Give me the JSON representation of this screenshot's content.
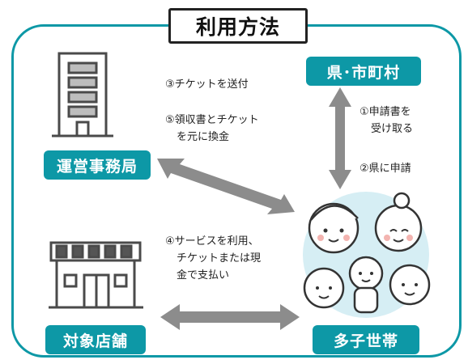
{
  "title": "利用方法",
  "nodes": {
    "office": "運営事務局",
    "prefecture": "県･市町村",
    "store": "対象店舗",
    "family": "多子世帯"
  },
  "notes": {
    "step3": "③チケットを送付",
    "step5_line1": "⑤領収書とチケット",
    "step5_line2": "を元に換金",
    "step1_line1": "①申請書を",
    "step1_line2": "受け取る",
    "step2": "②県に申請",
    "step4_line1": "④サービスを利用、",
    "step4_line2": "チケットまたは現",
    "step4_line3": "金で支払い"
  },
  "colors": {
    "accent": "#0d98a6",
    "arrow": "#8c8c8c",
    "face_bg": "#d6eef4"
  },
  "icons": [
    "office-building-icon",
    "store-icon",
    "family-icon"
  ]
}
